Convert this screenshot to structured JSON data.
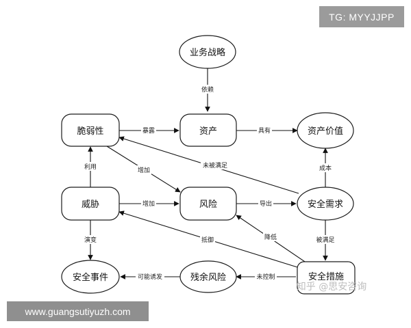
{
  "header": {
    "tag_label": "TG: MYYJJPP"
  },
  "footer": {
    "site_label": "www.guangsutiyuzh.com"
  },
  "watermark": {
    "text": "知乎 @思安咨询"
  },
  "diagram": {
    "nodes": {
      "strategy": "业务战略",
      "vulnerability": "脆弱性",
      "asset": "资产",
      "asset_value": "资产价值",
      "threat": "威胁",
      "risk": "风险",
      "security_req": "安全需求",
      "incident": "安全事件",
      "residual_risk": "残余风险",
      "measures": "安全措施"
    },
    "edges": {
      "depends": "依赖",
      "exposes": "暴露",
      "has": "具有",
      "unmet": "未被满足",
      "increases": "增加",
      "exploits": "利用",
      "increases2": "增加",
      "derives": "导出",
      "cost": "成本",
      "evolves": "演变",
      "reduces": "降低",
      "satisfied": "被满足",
      "resists": "抵御",
      "may_induce": "可能诱发",
      "uncontrolled": "未控制"
    }
  }
}
